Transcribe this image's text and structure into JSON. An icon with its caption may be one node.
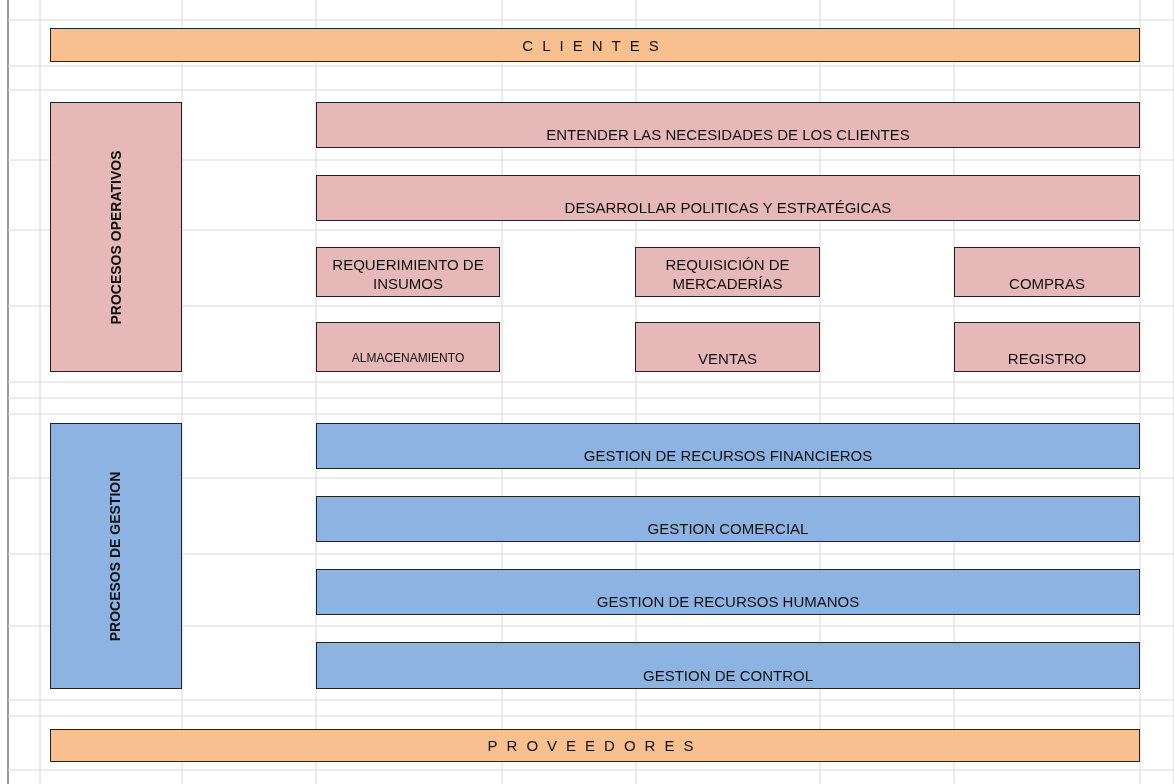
{
  "diagram": {
    "nodes": [
      {
        "text": [
          "CLIENTES"
        ]
      },
      {
        "text": [
          "PROCESOS OPERATIVOS"
        ]
      },
      {
        "text": [
          "ENTENDER LAS NECESIDADES DE LOS CLIENTES"
        ]
      },
      {
        "text": [
          "DESARROLLAR POLITICAS Y ESTRATÉGICAS"
        ]
      },
      {
        "text": [
          "REQUERIMIENTO DE INSUMOS"
        ]
      },
      {
        "text": [
          "REQUISICIÓN DE MERCADERÍAS"
        ]
      },
      {
        "text": [
          "COMPRAS"
        ]
      },
      {
        "text": [
          "ALMACENAMIENTO"
        ]
      },
      {
        "text": [
          "VENTAS"
        ]
      },
      {
        "text": [
          "REGISTRO"
        ]
      },
      {
        "text": [
          "PROCESOS DE GESTION"
        ]
      },
      {
        "text": [
          "GESTION DE RECURSOS FINANCIEROS"
        ]
      },
      {
        "text": [
          "GESTION COMERCIAL"
        ]
      },
      {
        "text": [
          "GESTION DE RECURSOS HUMANOS"
        ]
      },
      {
        "text": [
          "GESTION DE CONTROL"
        ]
      },
      {
        "text": [
          "PROVEEDORES"
        ]
      }
    ]
  }
}
